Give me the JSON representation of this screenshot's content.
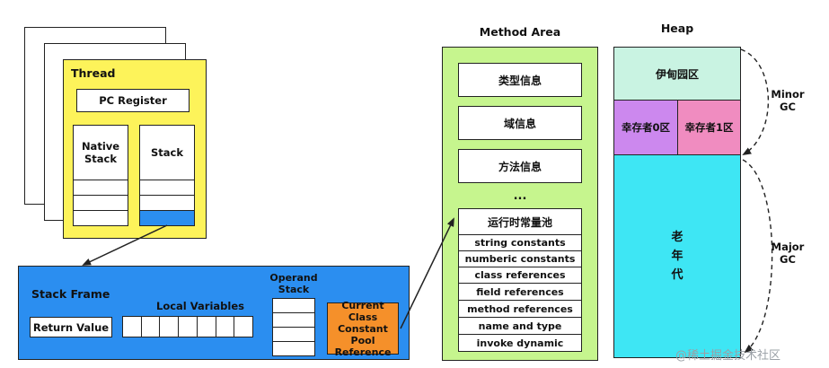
{
  "thread": {
    "label": "Thread",
    "pc_register": "PC Register",
    "native_stack": "Native Stack",
    "stack": "Stack"
  },
  "stack_frame": {
    "label": "Stack Frame",
    "local_variables": "Local Variables",
    "return_value": "Return Value",
    "operand_stack": "Operand Stack",
    "current_class": "Current Class Constant Pool Reference"
  },
  "method_area": {
    "title": "Method Area",
    "items": [
      "类型信息",
      "域信息",
      "方法信息"
    ],
    "ellipsis": "...",
    "runtime_pool": {
      "header": "运行时常量池",
      "rows": [
        "string constants",
        "numberic constants",
        "class references",
        "field references",
        "method references",
        "name and type",
        "invoke dynamic"
      ]
    }
  },
  "heap": {
    "title": "Heap",
    "eden": "伊甸园区",
    "survivor0": "幸存者0区",
    "survivor1": "幸存者1区",
    "old_gen": "老\n年\n代",
    "minor_gc": "Minor\nGC",
    "major_gc": "Major\nGC"
  },
  "watermark": "@稀土掘金技术社区",
  "colors": {
    "thread": "#fdf35a",
    "stack_frame": "#2b8ef0",
    "current_class": "#f5902a",
    "method_area": "#c6f58e",
    "eden": "#c9f3e2",
    "survivor": "#cc88ee",
    "survivor1": "#f08cc0",
    "old_gen": "#3ee6f4"
  }
}
